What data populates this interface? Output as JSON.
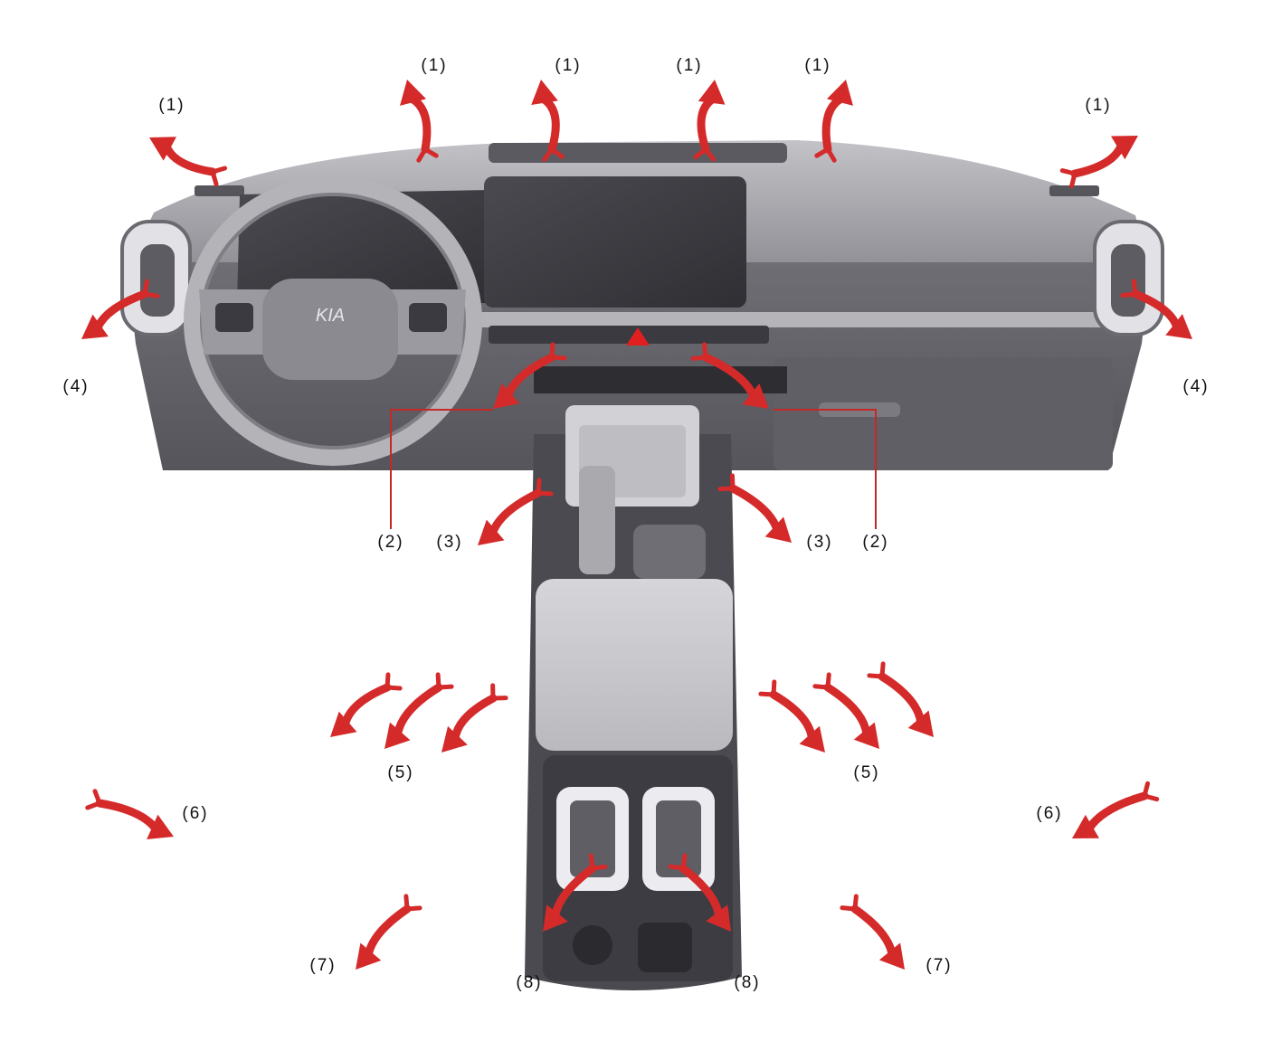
{
  "colors": {
    "arrow": "#d42a2a",
    "dash_main": "#8d8d93",
    "dash_top": "#a3a3a9",
    "console": "#4a4a50",
    "armrest": "#c9c9cd",
    "screen": "#3e3e44",
    "leader": "#c62828",
    "hazard": "#e02020"
  },
  "diagram": {
    "brand_logo_text": "KIA",
    "vent_labels": {
      "v1": "(1)",
      "v2": "(2)",
      "v3": "(3)",
      "v4": "(4)",
      "v5": "(5)",
      "v6": "(6)",
      "v7": "(7)",
      "v8": "(8)"
    }
  }
}
